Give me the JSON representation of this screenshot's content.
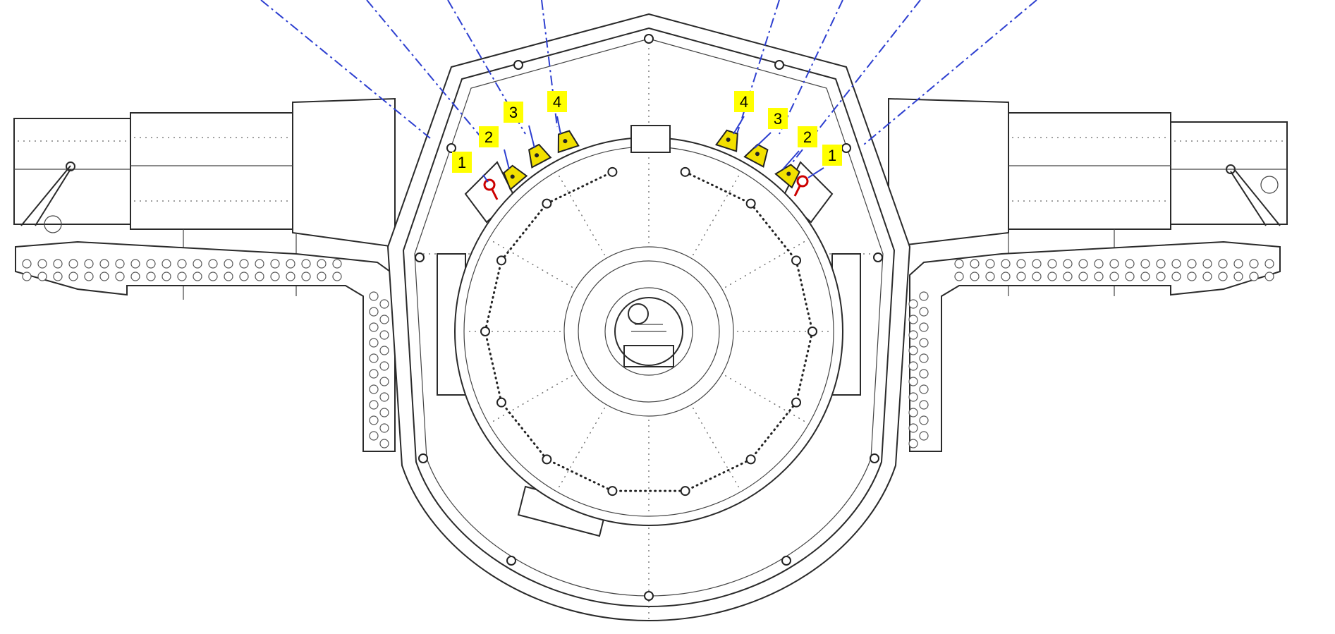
{
  "diagram": {
    "colors": {
      "sight_line": "#2d3fd0",
      "label_fill": "#ffff00",
      "port_fill": "#f2e000",
      "red_marker": "#cc0000",
      "line_art": "#2a2a2a"
    },
    "callouts": [
      {
        "side": "left",
        "number": "1"
      },
      {
        "side": "left",
        "number": "2"
      },
      {
        "side": "left",
        "number": "3"
      },
      {
        "side": "left",
        "number": "4"
      },
      {
        "side": "right",
        "number": "4"
      },
      {
        "side": "right",
        "number": "3"
      },
      {
        "side": "right",
        "number": "2"
      },
      {
        "side": "right",
        "number": "1"
      }
    ]
  }
}
